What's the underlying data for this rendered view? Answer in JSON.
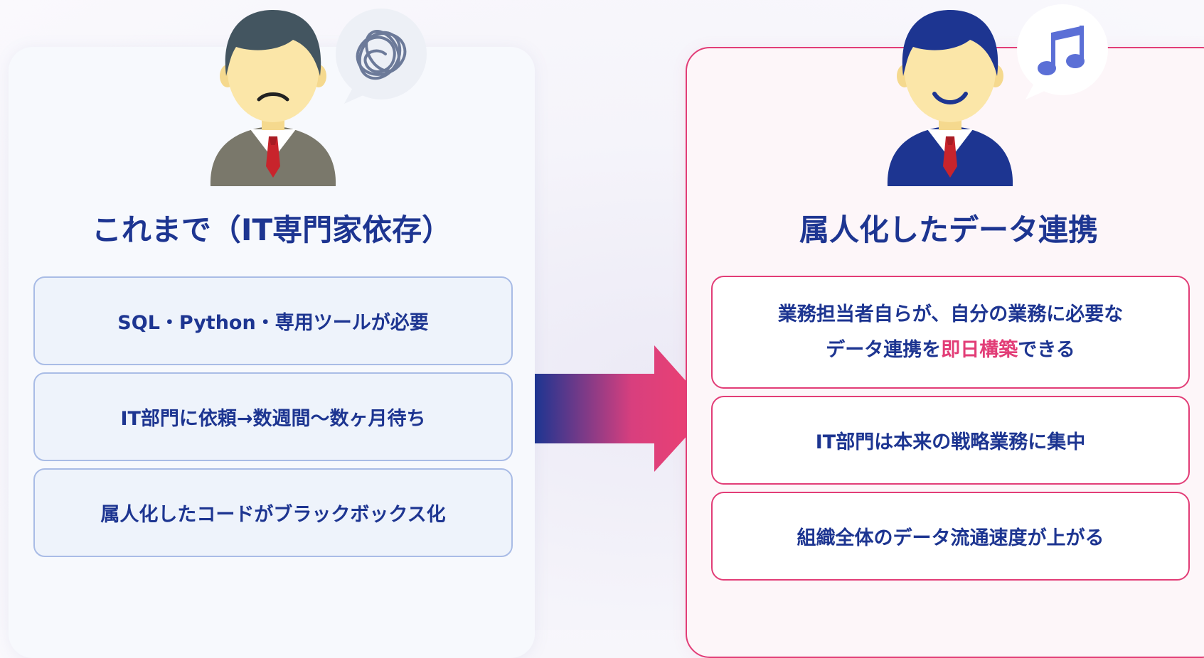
{
  "left": {
    "title": "これまで（IT専門家依存）",
    "items": [
      "SQL・Python・専用ツールが必要",
      "IT部門に依頼→数週間〜数ヶ月待ち",
      "属人化したコードがブラックボックス化"
    ],
    "person_icon": "frowning-businessman-icon",
    "thought_icon": "tangled-scribble-icon",
    "colors": {
      "suit": "#7a786b",
      "hair": "#435560",
      "accent": "#a9bce6"
    }
  },
  "right": {
    "title": "属人化したデータ連携",
    "items": [
      {
        "line1": "業務担当者自らが、自分の業務に必要な",
        "line2_pre": "データ連携を",
        "line2_highlight": "即日構築",
        "line2_post": "できる"
      },
      {
        "text": "IT部門は本来の戦略業務に集中"
      },
      {
        "text": "組織全体のデータ流通速度が上がる"
      }
    ],
    "person_icon": "smiling-businessman-icon",
    "thought_icon": "music-note-icon",
    "colors": {
      "suit": "#1d3591",
      "hair": "#1d3591",
      "accent": "#e23d77"
    }
  },
  "arrow_icon": "gradient-right-arrow-icon",
  "colors": {
    "text": "#1d3591",
    "highlight": "#e23d77"
  }
}
